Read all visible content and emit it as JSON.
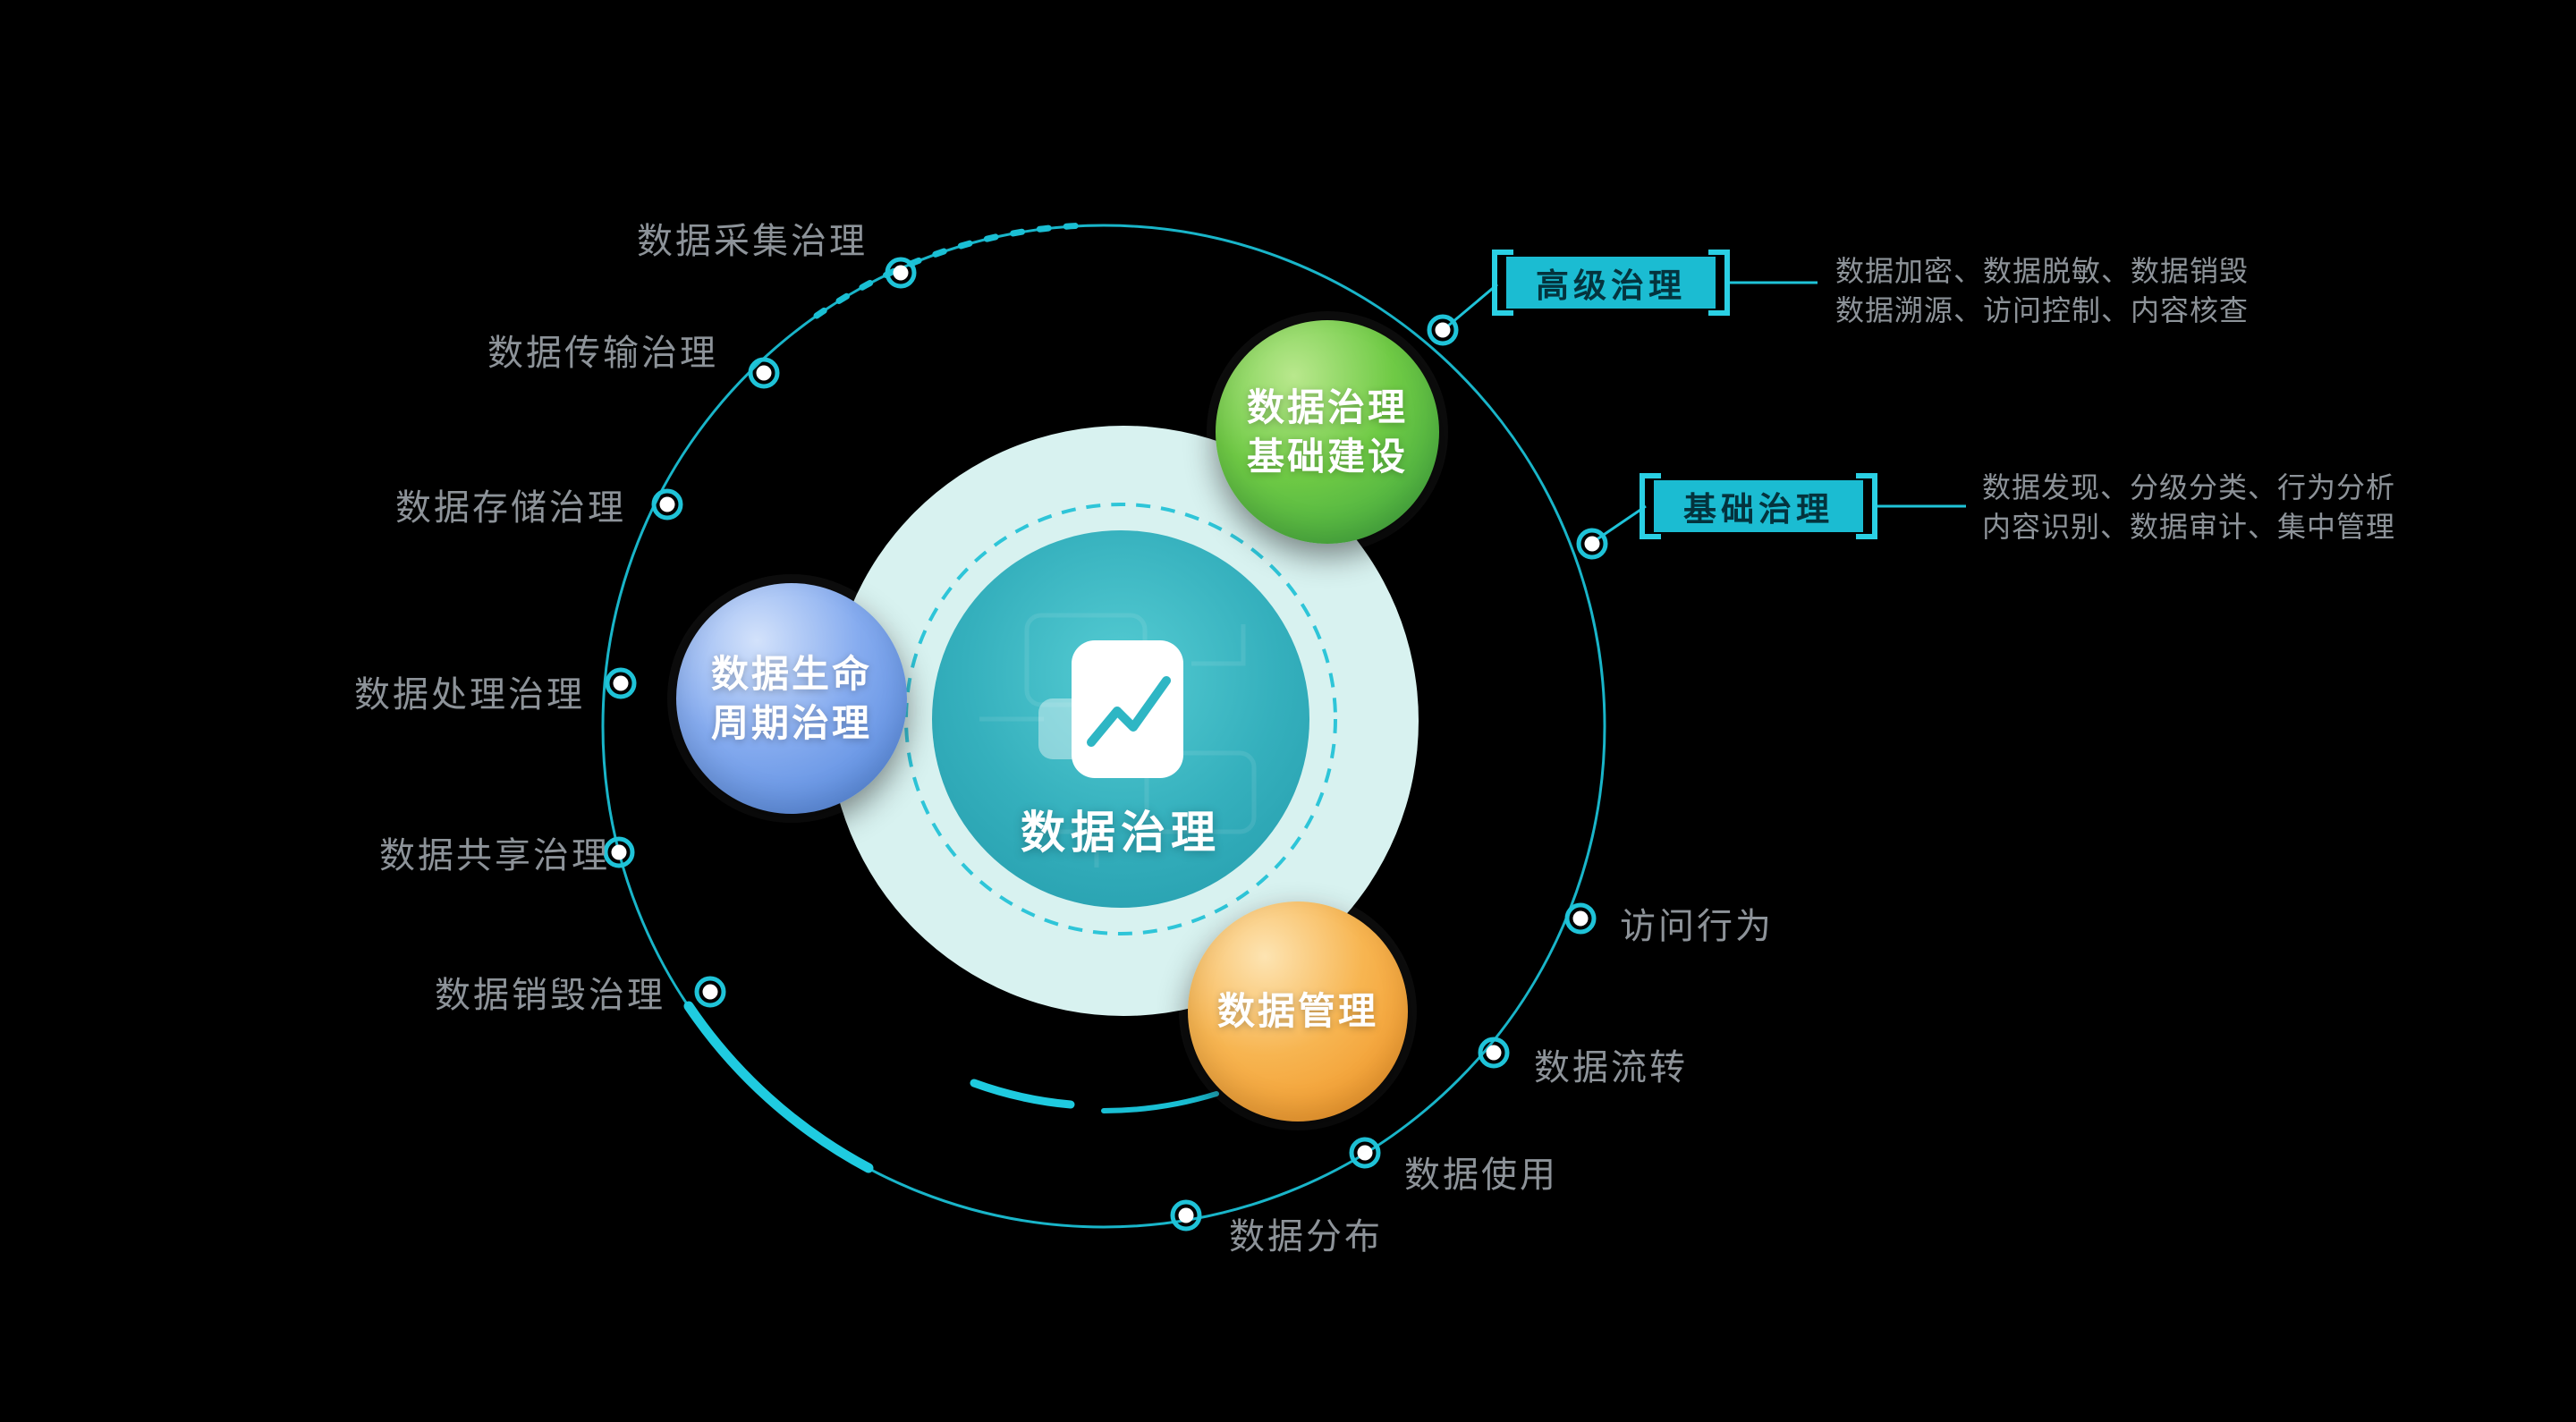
{
  "title": "数据治理",
  "center": {
    "label": "数据治理"
  },
  "icons": {
    "center": "line-chart-document-icon"
  },
  "bubbles": [
    {
      "id": "infrastructure",
      "lines": [
        "数据治理",
        "基础建设"
      ]
    },
    {
      "id": "lifecycle",
      "lines": [
        "数据生命",
        "周期治理"
      ]
    },
    {
      "id": "management",
      "lines": [
        "数据管理"
      ]
    }
  ],
  "ring_labels": [
    "数据采集治理",
    "数据传输治理",
    "数据存储治理",
    "数据处理治理",
    "数据共享治理",
    "数据销毁治理",
    "数据分布",
    "数据使用",
    "数据流转",
    "访问行为"
  ],
  "callouts": {
    "advanced": {
      "label": "高级治理",
      "desc": [
        "数据加密、数据脱敏、数据销毁",
        "数据溯源、访问控制、内容核查"
      ]
    },
    "basic": {
      "label": "基础治理",
      "desc": [
        "数据发现、分级分类、行为分析",
        "内容识别、数据审计、集中管理"
      ]
    }
  },
  "colors": {
    "background": "#000000",
    "accent_teal": "#1FC3D8",
    "mint_circle": "#D8F2F0",
    "core_circle": "#35B0BD",
    "green_bubble": "#56B93E",
    "blue_bubble": "#6E9CE8",
    "orange_bubble": "#F39A2B",
    "label_gray": "#8D9399",
    "box_text": "#04333D"
  }
}
